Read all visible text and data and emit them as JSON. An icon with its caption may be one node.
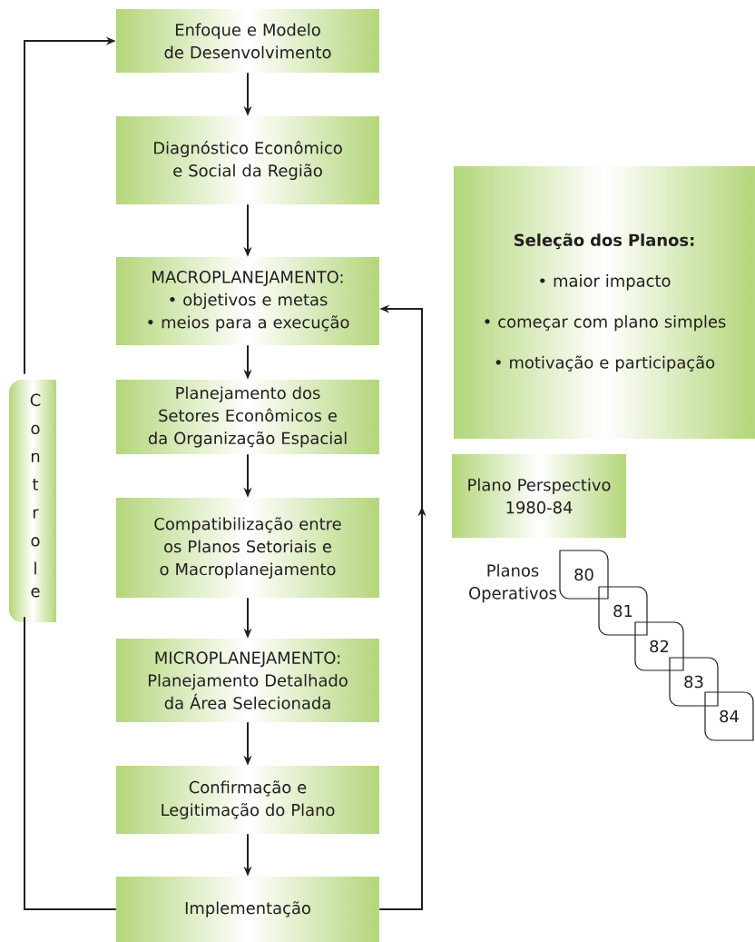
{
  "diagram": {
    "nodes": [
      {
        "text": [
          "Enfoque e Modelo de Desenvolvimento"
        ]
      },
      {
        "text": [
          "Diagnóstico Econômico e Social da Região"
        ]
      },
      {
        "text": [
          "MACROPLANEJAMENTO:",
          "• objetivos e metas",
          "• meios para a execução"
        ]
      },
      {
        "text": [
          "Planejamento dos Setores Econômicos e da Organização Espacial"
        ]
      },
      {
        "text": [
          "Compatibilização entre os Planos Setoriais e o Macroplanejamento"
        ]
      },
      {
        "text": [
          "MICROPLANEJAMENTO:",
          "Planejamento Detalhado da Área Selecionada"
        ]
      },
      {
        "text": [
          "Confirmação e Legitimação do Plano"
        ]
      },
      {
        "text": [
          "Implementação"
        ]
      },
      {
        "text": [
          "Controle"
        ]
      },
      {
        "text": [
          "Seleção dos Planos:",
          "• maior impacto",
          "• começar com plano simples",
          "• motivação e participação"
        ]
      },
      {
        "text": [
          "Plano Perspectivo 1980-84"
        ]
      },
      {
        "text": [
          "80"
        ]
      },
      {
        "text": [
          "81"
        ]
      },
      {
        "text": [
          "82"
        ]
      },
      {
        "text": [
          "83"
        ]
      },
      {
        "text": [
          "84"
        ]
      }
    ],
    "edges": [
      {
        "from": 0,
        "to": 1,
        "arrow": "to"
      },
      {
        "from": 1,
        "to": 2,
        "arrow": "to"
      },
      {
        "from": 2,
        "to": 3,
        "arrow": "to"
      },
      {
        "from": 3,
        "to": 4,
        "arrow": "to"
      },
      {
        "from": 4,
        "to": 5,
        "arrow": "to"
      },
      {
        "from": 5,
        "to": 6,
        "arrow": "to"
      },
      {
        "from": 6,
        "to": 7,
        "arrow": "to"
      },
      {
        "from": 7,
        "to": 8,
        "arrow": "none"
      },
      {
        "from": 8,
        "to": 0,
        "arrow": "to"
      },
      {
        "from": 7,
        "to": 2,
        "arrow": "to"
      }
    ],
    "labels": [
      "Planos Operativos"
    ]
  }
}
